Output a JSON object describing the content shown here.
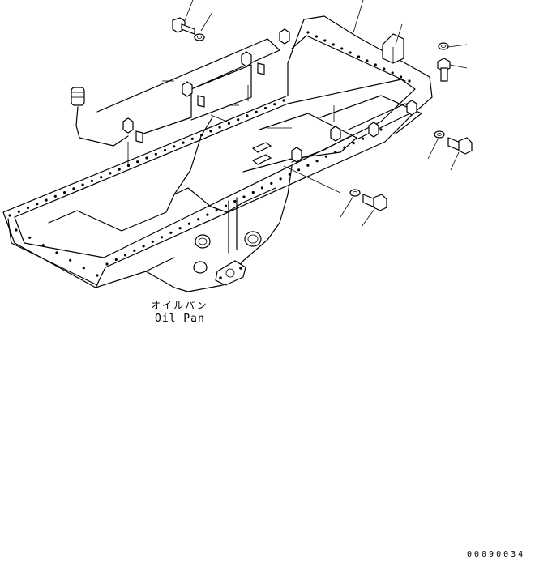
{
  "labels": {
    "part_name_jp": "オイルパン",
    "part_name_en": "Oil Pan",
    "drawing_code": "00090034"
  }
}
